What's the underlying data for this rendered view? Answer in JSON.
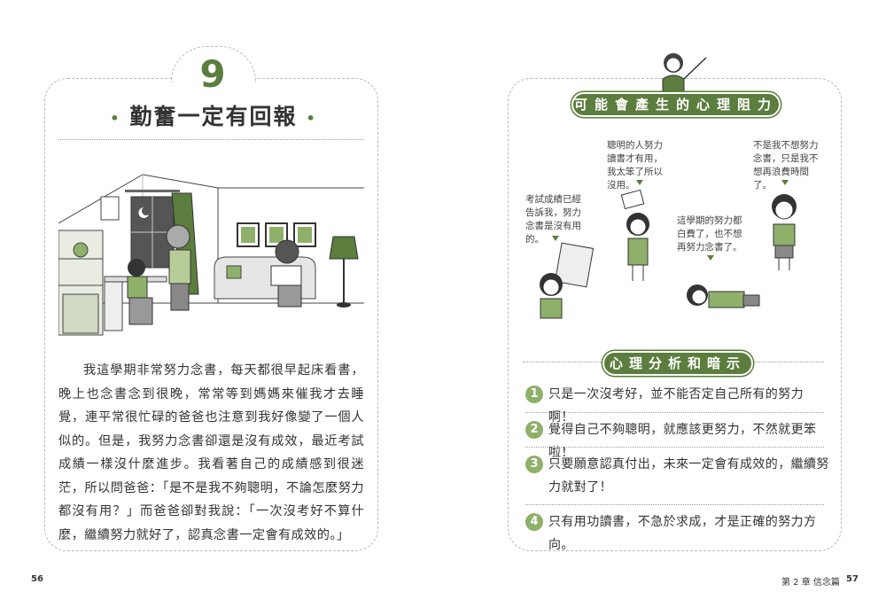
{
  "left_page": {
    "chapter_number": "9",
    "title": "勤奮一定有回報",
    "title_bullet": "•",
    "story": "我這學期非常努力念書，每天都很早起床看書，晚上也念書念到很晚，常常等到媽媽來催我才去睡覺，連平常很忙碌的爸爸也注意到我好像變了一個人似的。但是，我努力念書卻還是沒有成效，最近考試成績一樣沒什麼進步。我看著自己的成績感到很迷茫，所以問爸爸：「是不是我不夠聰明，不論怎麼努力都沒有用？」而爸爸卻對我說：「一次沒考好不算什麼，繼續努力就好了，認真念書一定會有成效的。」",
    "page_number": "56"
  },
  "right_page": {
    "section1_title": "可能會產生的心理阻力",
    "bubbles": [
      "考試成績已經告訴我，努力念書是沒有用的。",
      "聰明的人努力讀書才有用，我太笨了所以沒用。",
      "這學期的努力都白費了，也不想再努力念書了。",
      "不是我不想努力念書，只是我不想再浪費時間了。"
    ],
    "section2_title": "心理分析和暗示",
    "points": [
      {
        "num": "1",
        "text": "只是一次沒考好，並不能否定自己所有的努力啊！"
      },
      {
        "num": "2",
        "text": "覺得自己不夠聰明，就應該更努力，不然就更笨啦！"
      },
      {
        "num": "3",
        "text": "只要願意認真付出，未來一定會有成效的，繼續努力就對了！"
      },
      {
        "num": "4",
        "text": "只有用功讀書，不急於求成，才是正確的努力方向。"
      }
    ],
    "footer_chapter": "第 2 章 信念篇",
    "page_number": "57"
  },
  "colors": {
    "accent": "#5b7d3e",
    "light_accent": "#8fb06a",
    "border": "#b9b9b9"
  }
}
